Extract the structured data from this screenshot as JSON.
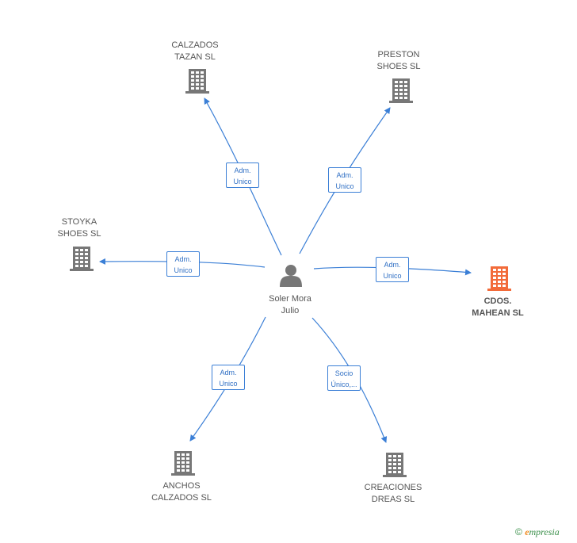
{
  "colors": {
    "edge": "#3b7fd6",
    "building": "#777777",
    "building_highlight": "#f26b3a",
    "person": "#777777"
  },
  "center": {
    "name_line1": "Soler Mora",
    "name_line2": "Julio",
    "icon": "person-icon"
  },
  "nodes": [
    {
      "id": "calzados-tazan",
      "line1": "CALZADOS",
      "line2": "TAZAN SL",
      "icon": "building-icon",
      "highlight": false
    },
    {
      "id": "preston-shoes",
      "line1": "PRESTON",
      "line2": "SHOES SL",
      "icon": "building-icon",
      "highlight": false
    },
    {
      "id": "stoyka-shoes",
      "line1": "STOYKA",
      "line2": "SHOES SL",
      "icon": "building-icon",
      "highlight": false
    },
    {
      "id": "cdos-mahean",
      "line1": "CDOS.",
      "line2": "MAHEAN SL",
      "icon": "building-icon",
      "highlight": true
    },
    {
      "id": "anchos-calzados",
      "line1": "ANCHOS",
      "line2": "CALZADOS SL",
      "icon": "building-icon",
      "highlight": false
    },
    {
      "id": "creaciones-dreas",
      "line1": "CREACIONES",
      "line2": "DREAS SL",
      "icon": "building-icon",
      "highlight": false
    }
  ],
  "edges": [
    {
      "to": "calzados-tazan",
      "line1": "Adm.",
      "line2": "Unico"
    },
    {
      "to": "preston-shoes",
      "line1": "Adm.",
      "line2": "Unico"
    },
    {
      "to": "stoyka-shoes",
      "line1": "Adm.",
      "line2": "Unico"
    },
    {
      "to": "cdos-mahean",
      "line1": "Adm.",
      "line2": "Unico"
    },
    {
      "to": "anchos-calzados",
      "line1": "Adm.",
      "line2": "Unico"
    },
    {
      "to": "creaciones-dreas",
      "line1": "Socio",
      "line2": "Único,..."
    }
  ],
  "footer": {
    "copyright": "©",
    "brand_e": "e",
    "brand_rest": "mpresia"
  }
}
